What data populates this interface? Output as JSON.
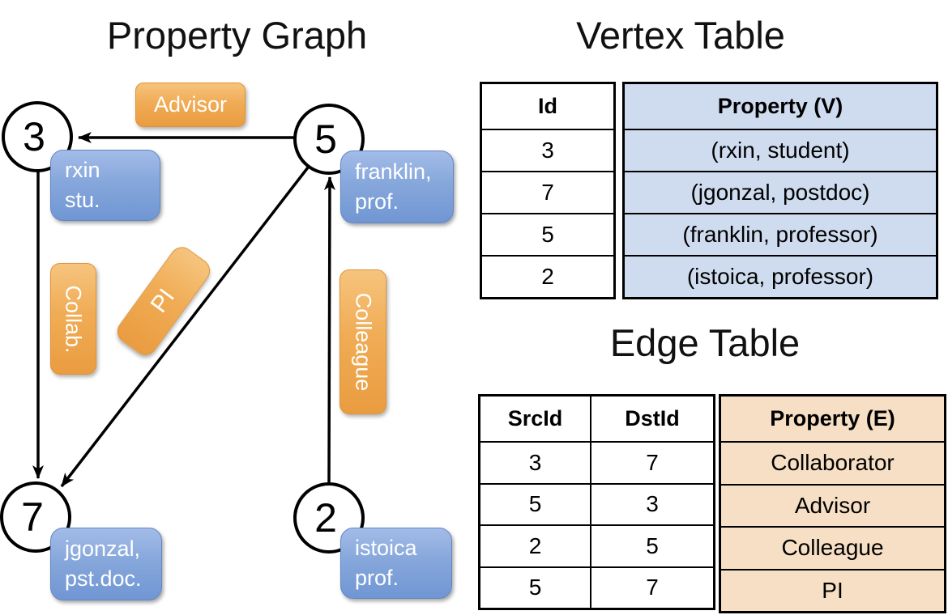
{
  "titles": {
    "graph": "Property Graph",
    "vertex": "Vertex Table",
    "edge": "Edge Table"
  },
  "graph": {
    "node3": {
      "num": "3"
    },
    "node5": {
      "num": "5"
    },
    "node7": {
      "num": "7"
    },
    "node2": {
      "num": "2"
    },
    "labels": {
      "rxin": {
        "line1": "rxin",
        "line2": "stu."
      },
      "franklin": {
        "line1": "franklin,",
        "line2": "prof."
      },
      "jgonzal": {
        "line1": "jgonzal,",
        "line2": "pst.doc."
      },
      "istoica": {
        "line1": "istoica",
        "line2": "prof."
      }
    },
    "edges": {
      "advisor": "Advisor",
      "collab": "Collab.",
      "pi": "PI",
      "colleague": "Colleague"
    }
  },
  "vertex_table": {
    "headers": {
      "id": "Id",
      "property": "Property (V)"
    },
    "rows": [
      {
        "id": "3",
        "property": "(rxin, student)"
      },
      {
        "id": "7",
        "property": "(jgonzal, postdoc)"
      },
      {
        "id": "5",
        "property": "(franklin, professor)"
      },
      {
        "id": "2",
        "property": "(istoica, professor)"
      }
    ]
  },
  "edge_table": {
    "headers": {
      "src": "SrcId",
      "dst": "DstId",
      "property": "Property (E)"
    },
    "rows": [
      {
        "src": "3",
        "dst": "7",
        "property": "Collaborator"
      },
      {
        "src": "5",
        "dst": "3",
        "property": "Advisor"
      },
      {
        "src": "2",
        "dst": "5",
        "property": "Colleague"
      },
      {
        "src": "5",
        "dst": "7",
        "property": "PI"
      }
    ]
  },
  "colors": {
    "node_label_blue": "#7b9fd8",
    "edge_label_orange": "#efa94d",
    "vertex_cell_fill": "#cfdcf0",
    "edge_cell_fill": "#f6dfc4",
    "line_black": "#000000"
  }
}
